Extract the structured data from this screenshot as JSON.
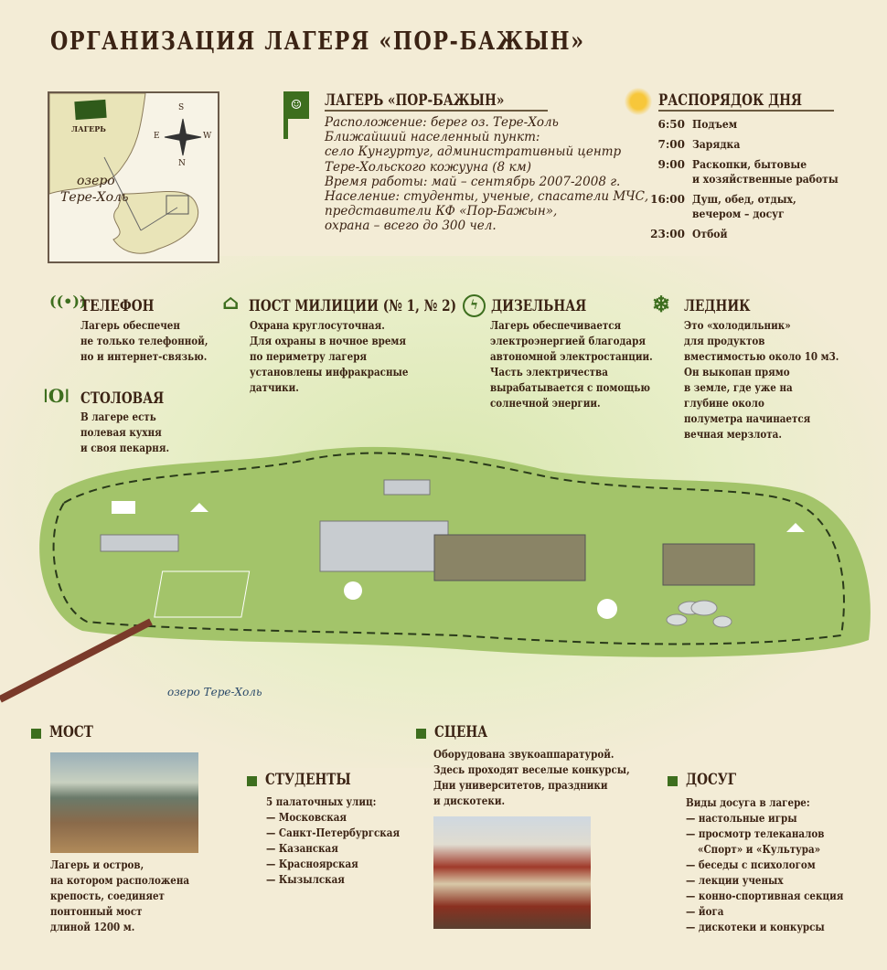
{
  "title": "ОРГАНИЗАЦИЯ ЛАГЕРЯ «ПОР-БАЖЫН»",
  "minimap": {
    "camp_label": "ЛАГЕРЬ",
    "lake_label_1": "озеро",
    "lake_label_2": "Тере-Холь",
    "compass": {
      "n": "N",
      "s": "S",
      "e": "E",
      "w": "W"
    }
  },
  "camp": {
    "heading": "ЛАГЕРЬ «ПОР-БАЖЫН»",
    "lines": [
      "Расположение: берег оз. Тере-Холь",
      "Ближайший населенный пункт:",
      "село Кунгуртуг, административный центр",
      "Тере-Хольского кожууна (8 км)",
      "Время работы: май – сентябрь 2007-2008 г.",
      "Население: студенты, ученые, спасатели МЧС,",
      "представители КФ «Пор-Бажын»,",
      "охрана – всего до 300 чел."
    ]
  },
  "schedule": {
    "heading": "РАСПОРЯДОК ДНЯ",
    "items": [
      {
        "time": "6:50",
        "text": "Подъем"
      },
      {
        "time": "7:00",
        "text": "Зарядка"
      },
      {
        "time": "9:00",
        "text": "Раскопки, бытовые",
        "text2": "и хозяйственные работы"
      },
      {
        "time": "16:00",
        "text": "Душ, обед, отдых,",
        "text2": "вечером – досуг"
      },
      {
        "time": "23:00",
        "text": "Отбой"
      }
    ]
  },
  "features": {
    "phone": {
      "heading": "ТЕЛЕФОН",
      "lines": [
        "Лагерь обеспечен",
        "не только телефонной,",
        "но и интернет-связью."
      ]
    },
    "police": {
      "heading": "ПОСТ МИЛИЦИИ (№ 1, № 2)",
      "lines": [
        "Охрана круглосуточная.",
        "Для охраны в ночное время",
        "по периметру лагеря",
        "установлены инфракрасные",
        "датчики."
      ]
    },
    "diesel": {
      "heading": "ДИЗЕЛЬНАЯ",
      "lines": [
        "Лагерь обеспечивается",
        "электроэнергией благодаря",
        "автономной электростанции.",
        "Часть электричества",
        "вырабатывается с помощью",
        "солнечной энергии."
      ]
    },
    "glacier": {
      "heading": "ЛЕДНИК",
      "lines": [
        "Это «холодильник»",
        "для продуктов",
        "вместимостью около 10 м3.",
        "Он выкопан прямо",
        "в земле, где уже на",
        "глубине около",
        "полуметра начинается",
        "вечная мерзлота."
      ]
    },
    "canteen": {
      "heading": "СТОЛОВАЯ",
      "lines": [
        "В лагере есть",
        "полевая кухня",
        "и своя пекарня."
      ]
    }
  },
  "map": {
    "lake_label": "озеро Тере-Холь"
  },
  "bridge": {
    "heading": "МОСТ",
    "lines": [
      "Лагерь и остров,",
      "на котором расположена",
      "крепость, соединяет",
      "понтонный мост",
      "длиной 1200 м."
    ]
  },
  "students": {
    "heading": "СТУДЕНТЫ",
    "lines": [
      "5 палаточных улиц:",
      "— Московская",
      "— Санкт-Петербургская",
      "— Казанская",
      "— Красноярская",
      "— Кызылская"
    ]
  },
  "stage": {
    "heading": "СЦЕНА",
    "lines": [
      "Оборудована звукоаппаратурой.",
      "Здесь проходят веселые конкурсы,",
      "Дни университетов, праздники",
      "и дискотеки."
    ]
  },
  "leisure": {
    "heading": "ДОСУГ",
    "lines": [
      "Виды досуга в лагере:",
      "— настольные игры",
      "— просмотр телеканалов",
      "«Спорт» и «Культура»",
      "— беседы с психологом",
      "— лекции ученых",
      "— конно-спортивная секция",
      "— йога",
      "— дискотеки и конкурсы"
    ]
  }
}
